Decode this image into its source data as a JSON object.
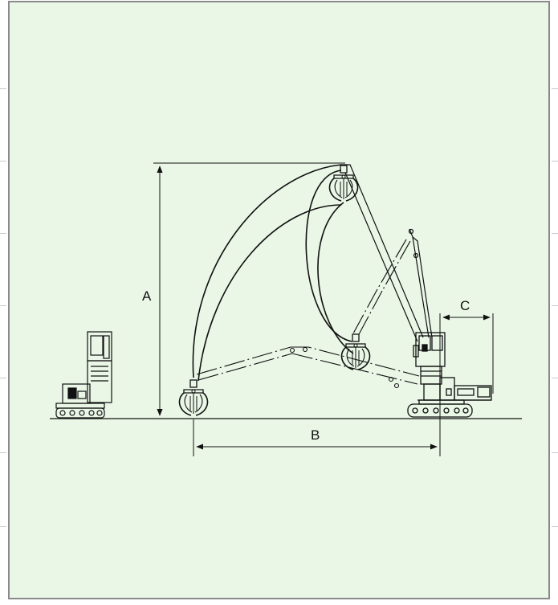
{
  "colors": {
    "background": "#eaf7e6",
    "line": "#111111",
    "frame": "#8a8a8a"
  },
  "dimensions": {
    "a_label": "A",
    "b_label": "B",
    "c_label": "C"
  }
}
